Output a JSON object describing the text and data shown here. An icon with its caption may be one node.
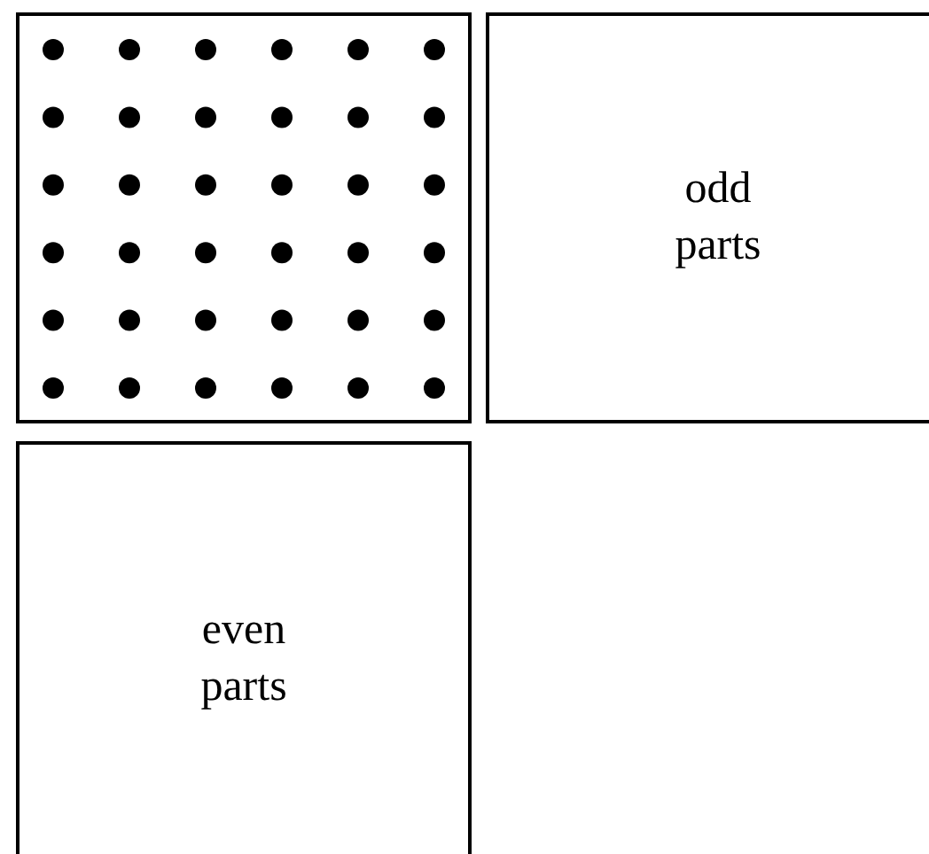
{
  "diagram": {
    "nodes": [
      {
        "text": [],
        "shape": "box"
      },
      {
        "text": [
          "odd parts"
        ]
      },
      {
        "text": [
          "even parts"
        ]
      }
    ]
  }
}
